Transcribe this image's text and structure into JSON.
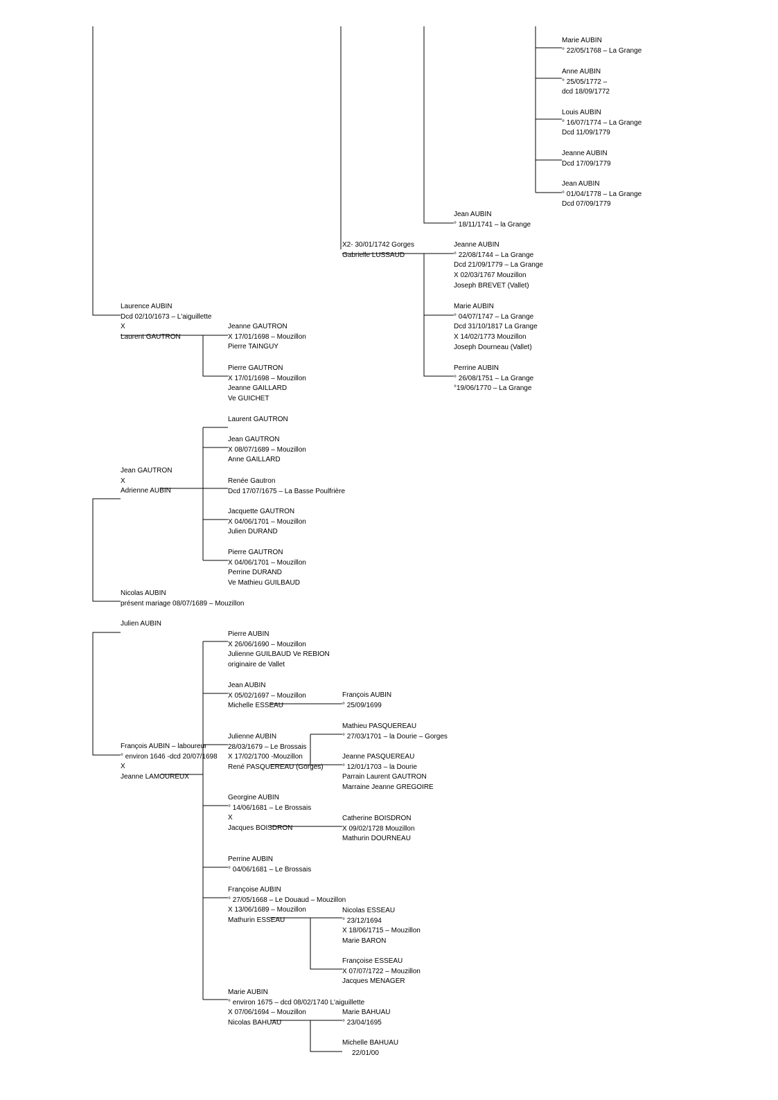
{
  "diagram": {
    "type": "family-tree",
    "line_color": "#000000",
    "text_color": "#000000"
  },
  "nodes": {
    "marie_aubin_1768": [
      "Marie AUBIN",
      "° 22/05/1768 – La Grange"
    ],
    "anne_aubin_1772": [
      "Anne AUBIN",
      "° 25/05/1772 –",
      "dcd 18/09/1772"
    ],
    "louis_aubin_1774": [
      "Louis AUBIN",
      "° 16/07/1774 – La Grange",
      "Dcd 11/09/1779"
    ],
    "jeanne_aubin_dcd1779": [
      "Jeanne AUBIN",
      "Dcd 17/09/1779"
    ],
    "jean_aubin_1778": [
      "Jean AUBIN",
      "° 01/04/1778 – La Grange",
      "Dcd 07/09/1779"
    ],
    "jean_aubin_1741": [
      "Jean AUBIN",
      "° 18/11/1741 – la Grange"
    ],
    "x2_lussaud": [
      "X2- 30/01/1742 Gorges",
      "Gabrielle LUSSAUD"
    ],
    "jeanne_aubin_1744": [
      "Jeanne AUBIN",
      "° 22/08/1744 – La Grange",
      "Dcd 21/09/1779 – La Grange",
      "X 02/03/1767 Mouzillon",
      "Joseph BREVET (Vallet)"
    ],
    "marie_aubin_1747": [
      "Marie AUBIN",
      "° 04/07/1747 – La Grange",
      "Dcd 31/10/1817 La Grange",
      "X 14/02/1773 Mouzillon",
      "Joseph Dourneau (Vallet)"
    ],
    "perrine_aubin_1751": [
      "Perrine AUBIN",
      "° 26/08/1751 – La Grange",
      "°19/06/1770 – La Grange"
    ],
    "laurence_aubin": [
      "Laurence AUBIN",
      "Dcd 02/10/1673 – L'aiguillette",
      "X",
      "Laurent GAUTRON"
    ],
    "jeanne_gautron": [
      "Jeanne GAUTRON",
      "X 17/01/1698 – Mouzillon",
      "Pierre TAINGUY"
    ],
    "pierre_gautron_1698": [
      "Pierre GAUTRON",
      "X 17/01/1698 – Mouzillon",
      "Jeanne GAILLARD",
      "Ve GUICHET"
    ],
    "laurent_gautron": [
      "Laurent GAUTRON"
    ],
    "jean_gautron_1689": [
      "Jean GAUTRON",
      "X 08/07/1689 – Mouzillon",
      "Anne GAILLARD"
    ],
    "jean_gautron_adrienne": [
      "Jean GAUTRON",
      "X",
      "Adrienne AUBIN"
    ],
    "renee_gautron": [
      "Renée Gautron",
      "Dcd 17/07/1675 – La Basse Poulfrière"
    ],
    "jacquette_gautron": [
      "Jacquette GAUTRON",
      "X 04/06/1701 – Mouzillon",
      "Julien DURAND"
    ],
    "pierre_gautron_1701": [
      "Pierre GAUTRON",
      "X 04/06/1701 – Mouzillon",
      "Perrine DURAND",
      "Ve Mathieu GUILBAUD"
    ],
    "nicolas_aubin": [
      "Nicolas AUBIN",
      "présent mariage 08/07/1689 – Mouzillon"
    ],
    "julien_aubin": [
      "Julien AUBIN"
    ],
    "pierre_aubin_1690": [
      "Pierre AUBIN",
      "X 26/06/1690 – Mouzillon",
      "Julienne GUILBAUD Ve REBION",
      "originaire de Vallet"
    ],
    "jean_aubin_1697": [
      "Jean AUBIN",
      "X 05/02/1697 – Mouzillon",
      "Michelle ESSEAU"
    ],
    "francois_aubin_1699": [
      "François AUBIN",
      "° 25/09/1699"
    ],
    "mathieu_pasquereau": [
      "Mathieu PASQUEREAU",
      "° 27/03/1701 – la Dourie – Gorges"
    ],
    "julienne_aubin": [
      "Julienne AUBIN",
      "28/03/1679 – Le Brossais",
      "X  17/02/1700 -Mouzillon",
      "René PASQUEREAU (Gorges)"
    ],
    "francois_aubin_laboureur": [
      "François AUBIN – laboureur",
      "° environ 1646 -dcd 20/07/1698",
      "X",
      "Jeanne LAMOUREUX"
    ],
    "jeanne_pasquereau": [
      "Jeanne PASQUEREAU",
      "° 12/01/1703 – la Dourie",
      "Parrain Laurent GAUTRON",
      "Marraine Jeanne GREGOIRE"
    ],
    "georgine_aubin": [
      "Georgine AUBIN",
      "° 14/06/1681 – Le Brossais",
      "X",
      "Jacques BOISDRON"
    ],
    "catherine_boisdron": [
      "Catherine BOISDRON",
      "X 09/02/1728 Mouzillon",
      "Mathurin DOURNEAU"
    ],
    "perrine_aubin_1681": [
      "Perrine AUBIN",
      "° 04/06/1681 – Le Brossais"
    ],
    "francoise_aubin": [
      "Françoise AUBIN",
      "° 27/05/1668 – Le Douaud – Mouzillon",
      "X 13/06/1689 – Mouzillon",
      "Mathurin ESSEAU"
    ],
    "nicolas_esseau": [
      "Nicolas ESSEAU",
      "° 23/12/1694",
      "X 18/06/1715 – Mouzillon",
      "Marie BARON"
    ],
    "francoise_esseau": [
      "Françoise ESSEAU",
      "X 07/07/1722 – Mouzillon",
      "Jacques MENAGER"
    ],
    "marie_aubin_1675": [
      "Marie AUBIN",
      "° environ 1675 – dcd 08/02/1740 L'aiguillette",
      "X 07/06/1694 – Mouzillon",
      "Nicolas BAHUAU"
    ],
    "marie_bahuau": [
      "Marie BAHUAU",
      "° 23/04/1695"
    ],
    "michelle_bahuau": [
      "Michelle BAHUAU",
      "22/01/00"
    ]
  }
}
